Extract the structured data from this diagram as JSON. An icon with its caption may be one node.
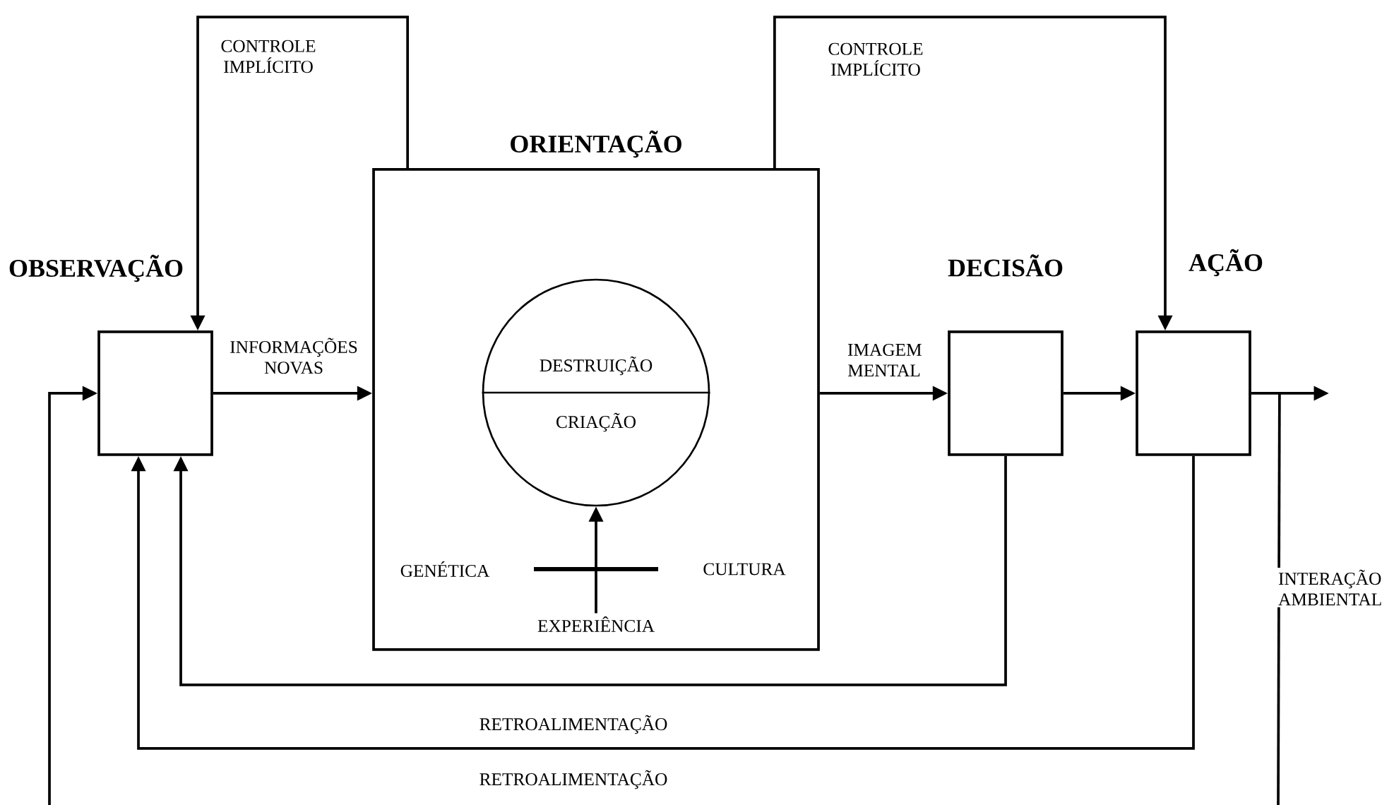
{
  "diagram": {
    "nodes": [
      {
        "text": [
          "OBSERVAÇÃO"
        ]
      },
      {
        "text": [
          "ORIENTAÇÃO"
        ]
      },
      {
        "text": [
          "DESTRUIÇÃO",
          "CRIAÇÃO"
        ],
        "in": 1
      },
      {
        "text": [
          "DECISÃO"
        ]
      },
      {
        "text": [
          "AÇÃO"
        ]
      },
      {
        "text": [
          "EXPERIÊNCIA"
        ],
        "in": 1
      }
    ],
    "edges": [
      {
        "from": 0,
        "to": 1,
        "arrow": "to",
        "label": "INFORMAÇÕES NOVAS"
      },
      {
        "from": 1,
        "to": 3,
        "arrow": "to",
        "label": "IMAGEM MENTAL"
      },
      {
        "from": 3,
        "to": 4,
        "arrow": "to"
      },
      {
        "from": 4,
        "to": null,
        "arrow": "to"
      },
      {
        "from": 1,
        "to": 0,
        "arrow": "to",
        "label": "CONTROLE IMPLÍCITO"
      },
      {
        "from": 1,
        "to": 4,
        "arrow": "to",
        "label": "CONTROLE IMPLÍCITO"
      },
      {
        "from": 3,
        "to": 0,
        "arrow": "to",
        "label": "RETROALIMENTAÇÃO"
      },
      {
        "from": 4,
        "to": 0,
        "arrow": "to",
        "label": "RETROALIMENTAÇÃO"
      },
      {
        "from": 4,
        "to": null,
        "arrow": "none",
        "label": "INTERAÇÃO AMBIENTAL"
      },
      {
        "from": 5,
        "to": 2,
        "arrow": "to"
      },
      {
        "from": null,
        "to": 0,
        "arrow": "to"
      }
    ],
    "labels": [
      "GENÉTICA",
      "CULTURA"
    ]
  }
}
